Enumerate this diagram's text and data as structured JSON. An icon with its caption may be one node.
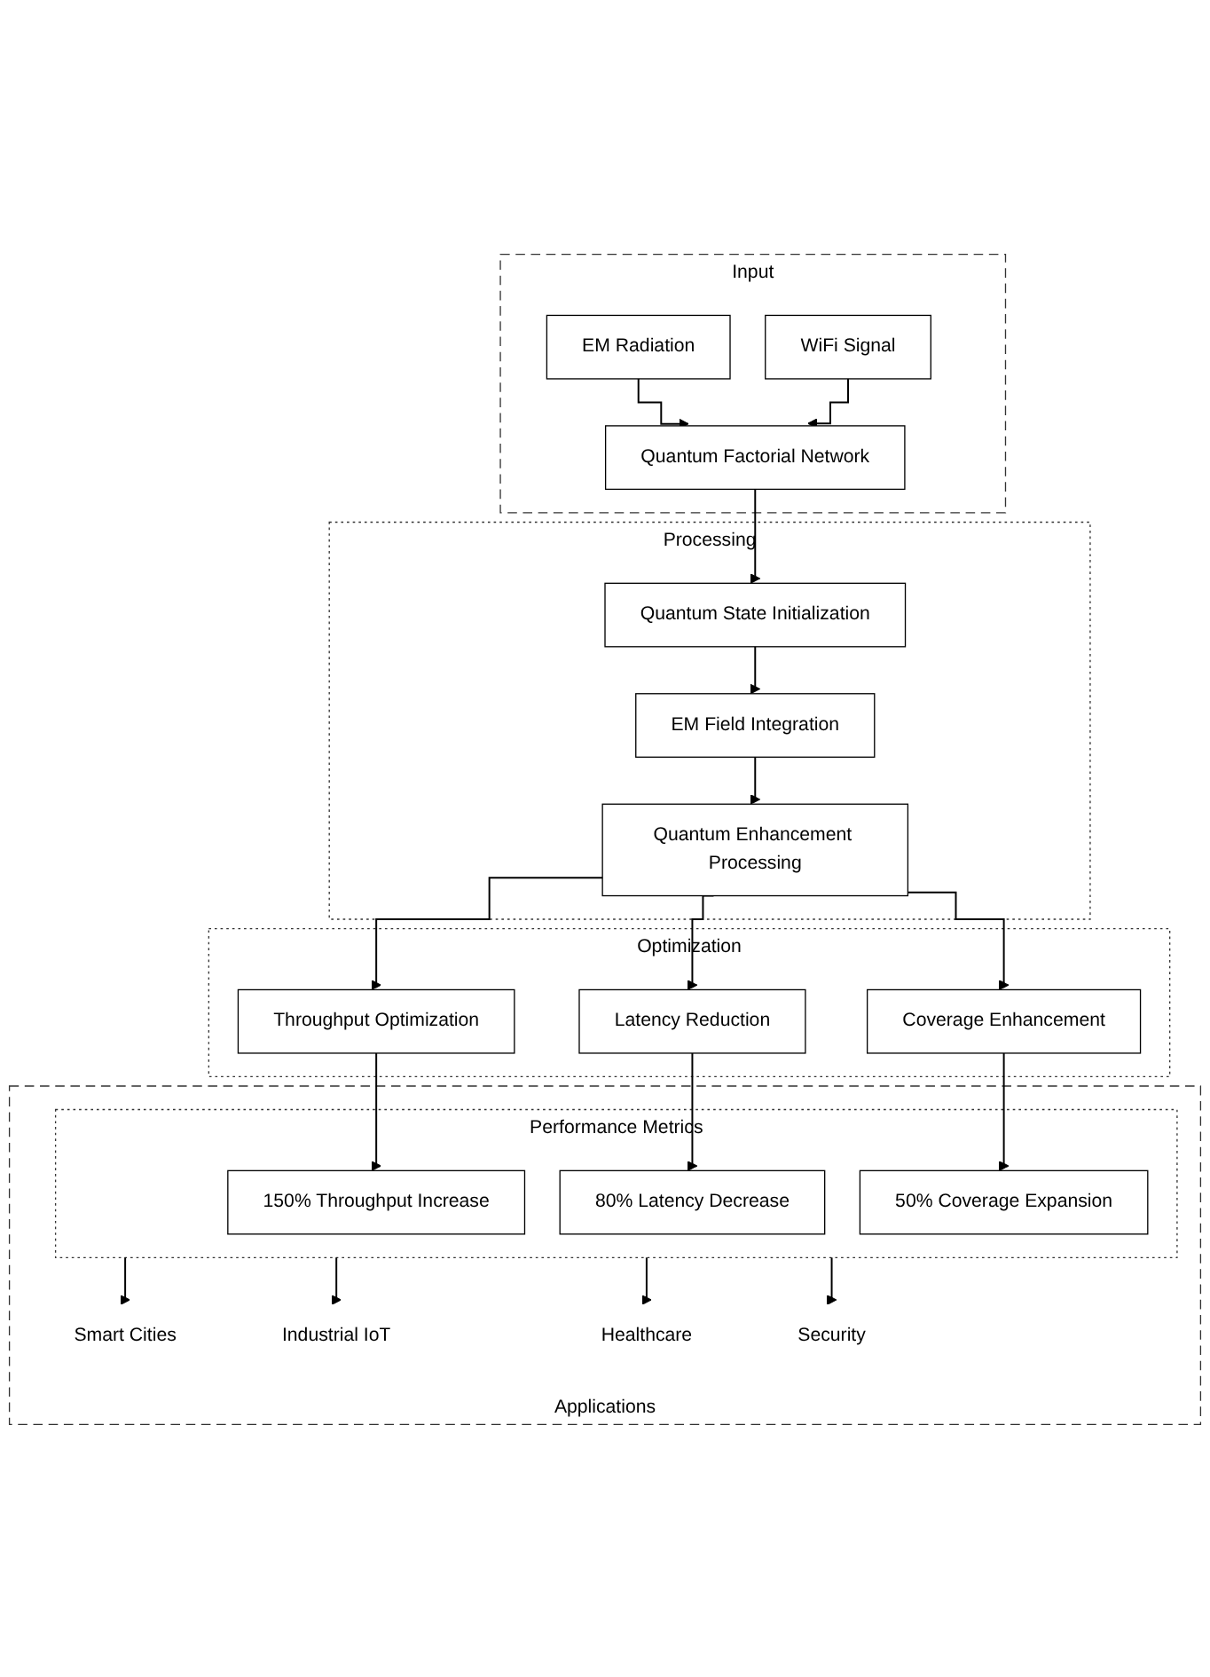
{
  "diagram": {
    "nodes": [
      {
        "text": [
          "Input"
        ]
      },
      {
        "text": [
          "EM Radiation"
        ],
        "in": 0
      },
      {
        "text": [
          "WiFi Signal"
        ],
        "in": 0
      },
      {
        "text": [
          "Quantum Factorial Network"
        ],
        "in": 0
      },
      {
        "text": [
          "Processing"
        ]
      },
      {
        "text": [
          "Quantum State Initialization"
        ],
        "in": 4
      },
      {
        "text": [
          "EM Field Integration"
        ],
        "in": 4
      },
      {
        "text": [
          "Quantum Enhancement Processing"
        ],
        "in": 4
      },
      {
        "text": [
          "Optimization"
        ]
      },
      {
        "text": [
          "Throughput Optimization"
        ],
        "in": 8
      },
      {
        "text": [
          "Latency Reduction"
        ],
        "in": 8
      },
      {
        "text": [
          "Coverage Enhancement"
        ],
        "in": 8
      },
      {
        "text": [
          "Applications"
        ]
      },
      {
        "text": [
          "Performance Metrics"
        ],
        "in": 12
      },
      {
        "text": [
          "150% Throughput Increase"
        ],
        "in": 13
      },
      {
        "text": [
          "80% Latency Decrease"
        ],
        "in": 13
      },
      {
        "text": [
          "50% Coverage Expansion"
        ],
        "in": 13
      },
      {
        "text": [
          "Smart Cities"
        ],
        "in": 12
      },
      {
        "text": [
          "Industrial IoT"
        ],
        "in": 12
      },
      {
        "text": [
          "Healthcare"
        ],
        "in": 12
      },
      {
        "text": [
          "Security"
        ],
        "in": 12
      }
    ],
    "edges": [
      {
        "from": 1,
        "to": 3,
        "arrow": "to"
      },
      {
        "from": 2,
        "to": 3,
        "arrow": "to"
      },
      {
        "from": 3,
        "to": 5,
        "arrow": "to"
      },
      {
        "from": 5,
        "to": 6,
        "arrow": "to"
      },
      {
        "from": 6,
        "to": 7,
        "arrow": "to"
      },
      {
        "from": 7,
        "to": 9,
        "arrow": "to"
      },
      {
        "from": 7,
        "to": 10,
        "arrow": "to"
      },
      {
        "from": 7,
        "to": 11,
        "arrow": "to"
      },
      {
        "from": 9,
        "to": 14,
        "arrow": "to"
      },
      {
        "from": 10,
        "to": 15,
        "arrow": "to"
      },
      {
        "from": 11,
        "to": 16,
        "arrow": "to"
      },
      {
        "from": 13,
        "to": 17,
        "arrow": "to"
      },
      {
        "from": 13,
        "to": 18,
        "arrow": "to"
      },
      {
        "from": 13,
        "to": 19,
        "arrow": "to"
      },
      {
        "from": 13,
        "to": 20,
        "arrow": "to"
      }
    ]
  }
}
